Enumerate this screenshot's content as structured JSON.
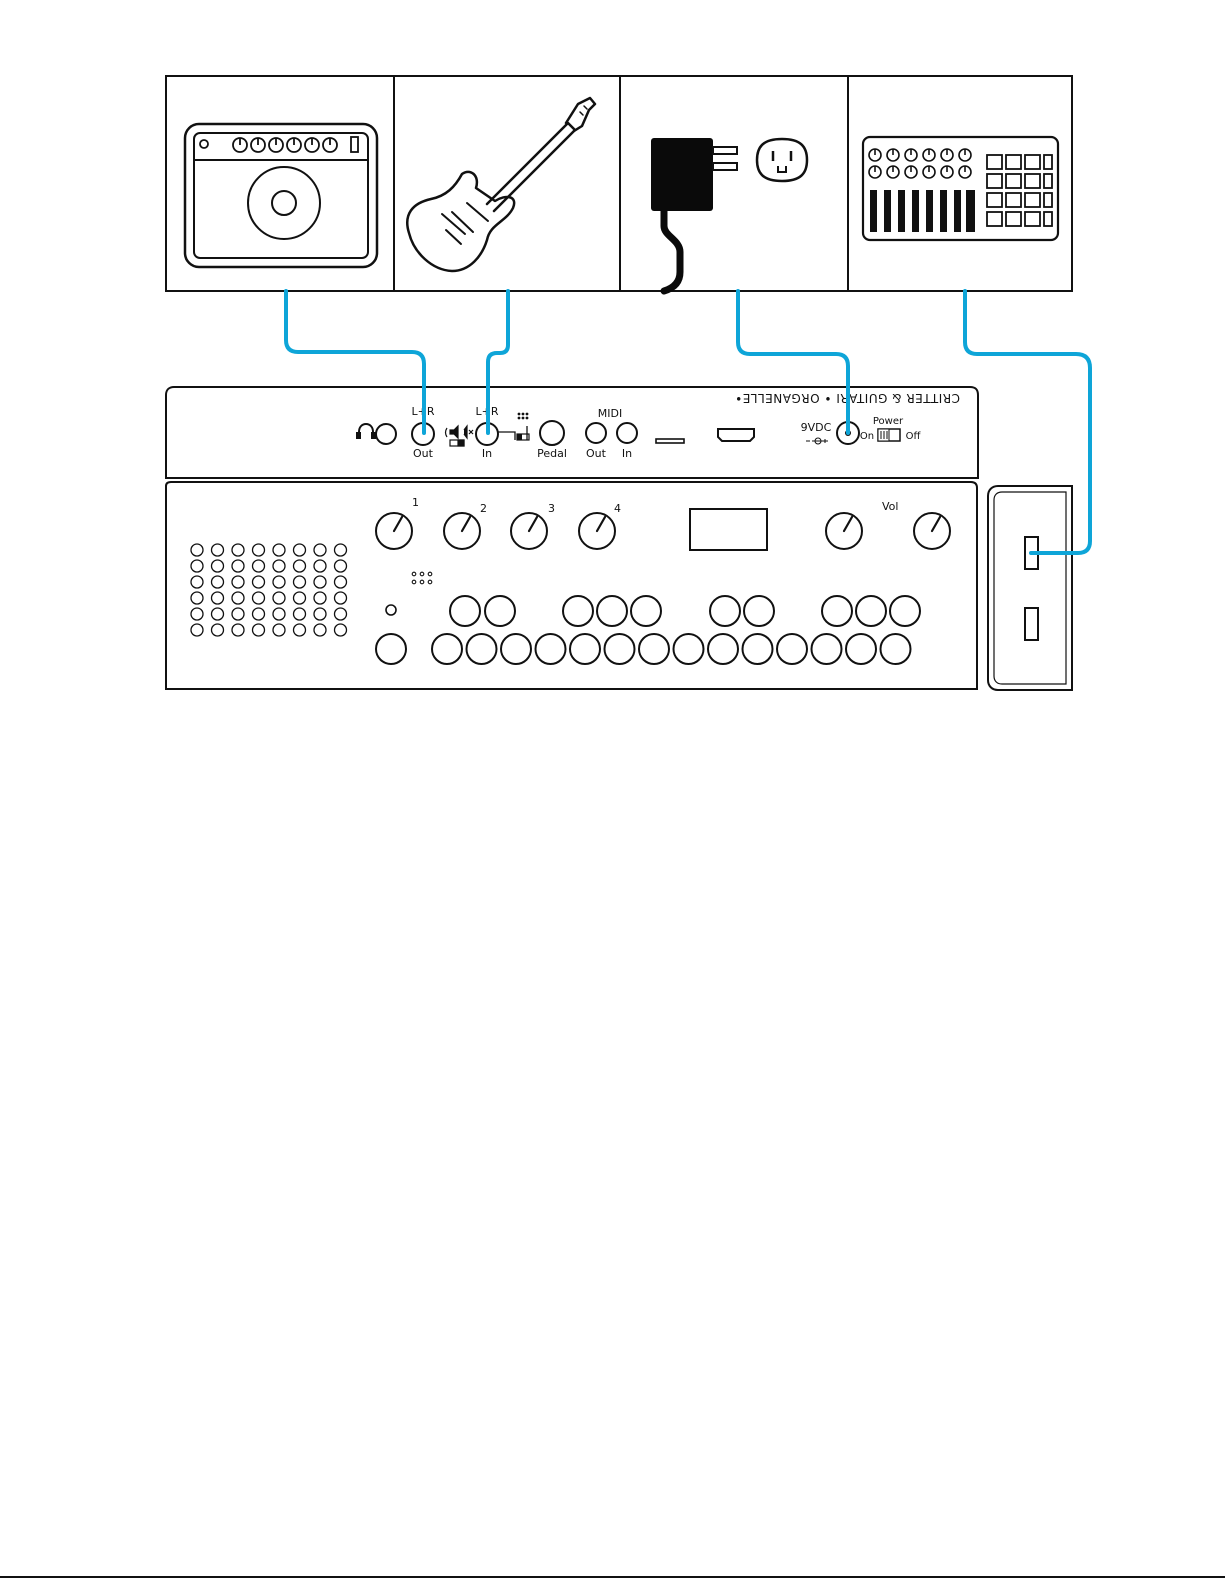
{
  "device": {
    "brand_text": "CRITTER & GUITARI • ORGANELLE•",
    "jacks": {
      "out_top": "L+R",
      "out_bottom": "Out",
      "in_top": "L+R",
      "in_bottom": "In",
      "pedal": "Pedal",
      "midi": "MIDI",
      "midi_out": "Out",
      "midi_in": "In",
      "power_input": "9VDC",
      "power_switch": "Power",
      "on": "On",
      "off": "Off"
    },
    "knob_labels": [
      "1",
      "2",
      "3",
      "4",
      "Vol"
    ]
  },
  "peripherals": [
    {
      "name": "amplifier"
    },
    {
      "name": "electric-guitar"
    },
    {
      "name": "power-adapter"
    },
    {
      "name": "midi-controller"
    }
  ],
  "colors": {
    "cable": "#0ea5d8",
    "line": "#111111",
    "adapter": "#0a0a0a"
  },
  "icons": [
    "headphones-icon",
    "guitar-icon",
    "amplifier-icon",
    "power-plug-icon",
    "wall-outlet-icon",
    "midi-keyboard-icon",
    "usb-port-icon"
  ]
}
